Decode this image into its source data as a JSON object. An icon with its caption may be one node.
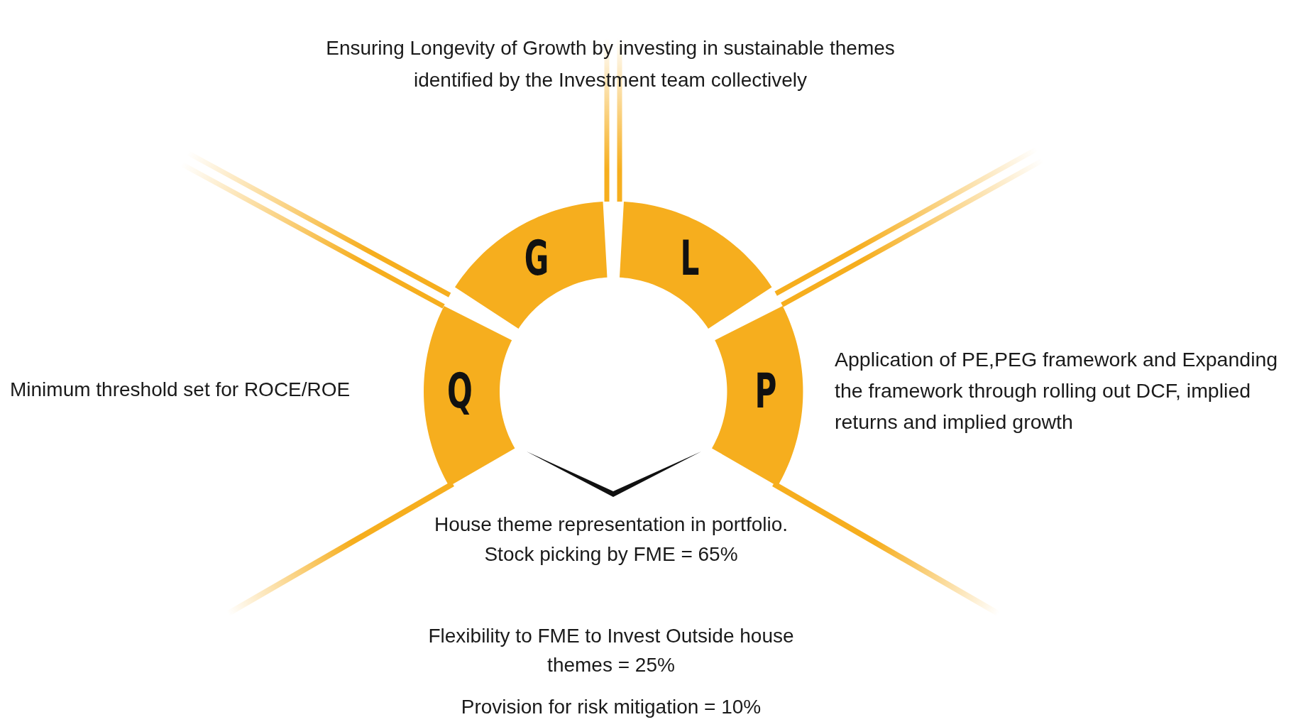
{
  "diagram": {
    "nodes": [
      {
        "text": [
          "Q"
        ]
      },
      {
        "text": [
          "G"
        ]
      },
      {
        "text": [
          "L"
        ]
      },
      {
        "text": [
          "P"
        ]
      },
      {
        "text": [],
        "shape": "chevron"
      }
    ],
    "labels": [
      "Ensuring Longevity of Growth by investing in sustainable themes identified by the Investment team collectively",
      "Minimum threshold set for ROCE/ROE",
      "Application of  PE,PEG framework and Expanding the framework through rolling out DCF, implied returns and implied growth",
      "House theme representation in portfolio. Stock picking by FME = 65%",
      "Flexibility to FME to Invest Outside house themes = 25%",
      "Provision for risk mitigation = 10%"
    ]
  }
}
